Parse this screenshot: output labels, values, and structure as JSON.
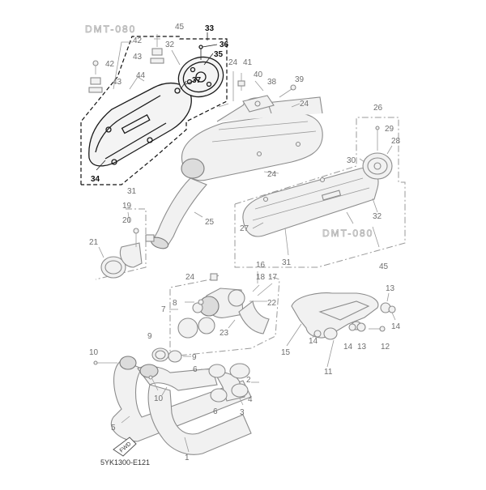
{
  "diagram": {
    "code": "5YK1300-E121",
    "fwd_label": "FWD",
    "stamp_text": "DMT-080",
    "highlight_color": "#1a1a1a",
    "part_color": "#8c8c8c",
    "callouts": {
      "c1": "1",
      "c2": "2",
      "c3": "3",
      "c4": "4",
      "c5": "5",
      "c6a": "6",
      "c6b": "6",
      "c7": "7",
      "c8": "8",
      "c9a": "9",
      "c9b": "9",
      "c10a": "10",
      "c10b": "10",
      "c11": "11",
      "c12": "12",
      "c13a": "13",
      "c13b": "13",
      "c14a": "14",
      "c14b": "14",
      "c14c": "14",
      "c15": "15",
      "c16": "16",
      "c17": "17",
      "c18": "18",
      "c19": "19",
      "c20": "20",
      "c21": "21",
      "c22": "22",
      "c23": "23",
      "c24a": "24",
      "c24b": "24",
      "c24c": "24",
      "c24d": "24",
      "c25": "25",
      "c26": "26",
      "c27": "27",
      "c28": "28",
      "c29": "29",
      "c30": "30",
      "c31a": "31",
      "c31b": "31",
      "c32a": "32",
      "c32b": "32",
      "c33": "33",
      "c34": "34",
      "c35": "35",
      "c36": "36",
      "c37": "37",
      "c38": "38",
      "c39": "39",
      "c40": "40",
      "c41": "41",
      "c42a": "42",
      "c42b": "42",
      "c43a": "43",
      "c43b": "43",
      "c44": "44",
      "c45a": "45",
      "c45b": "45"
    }
  }
}
